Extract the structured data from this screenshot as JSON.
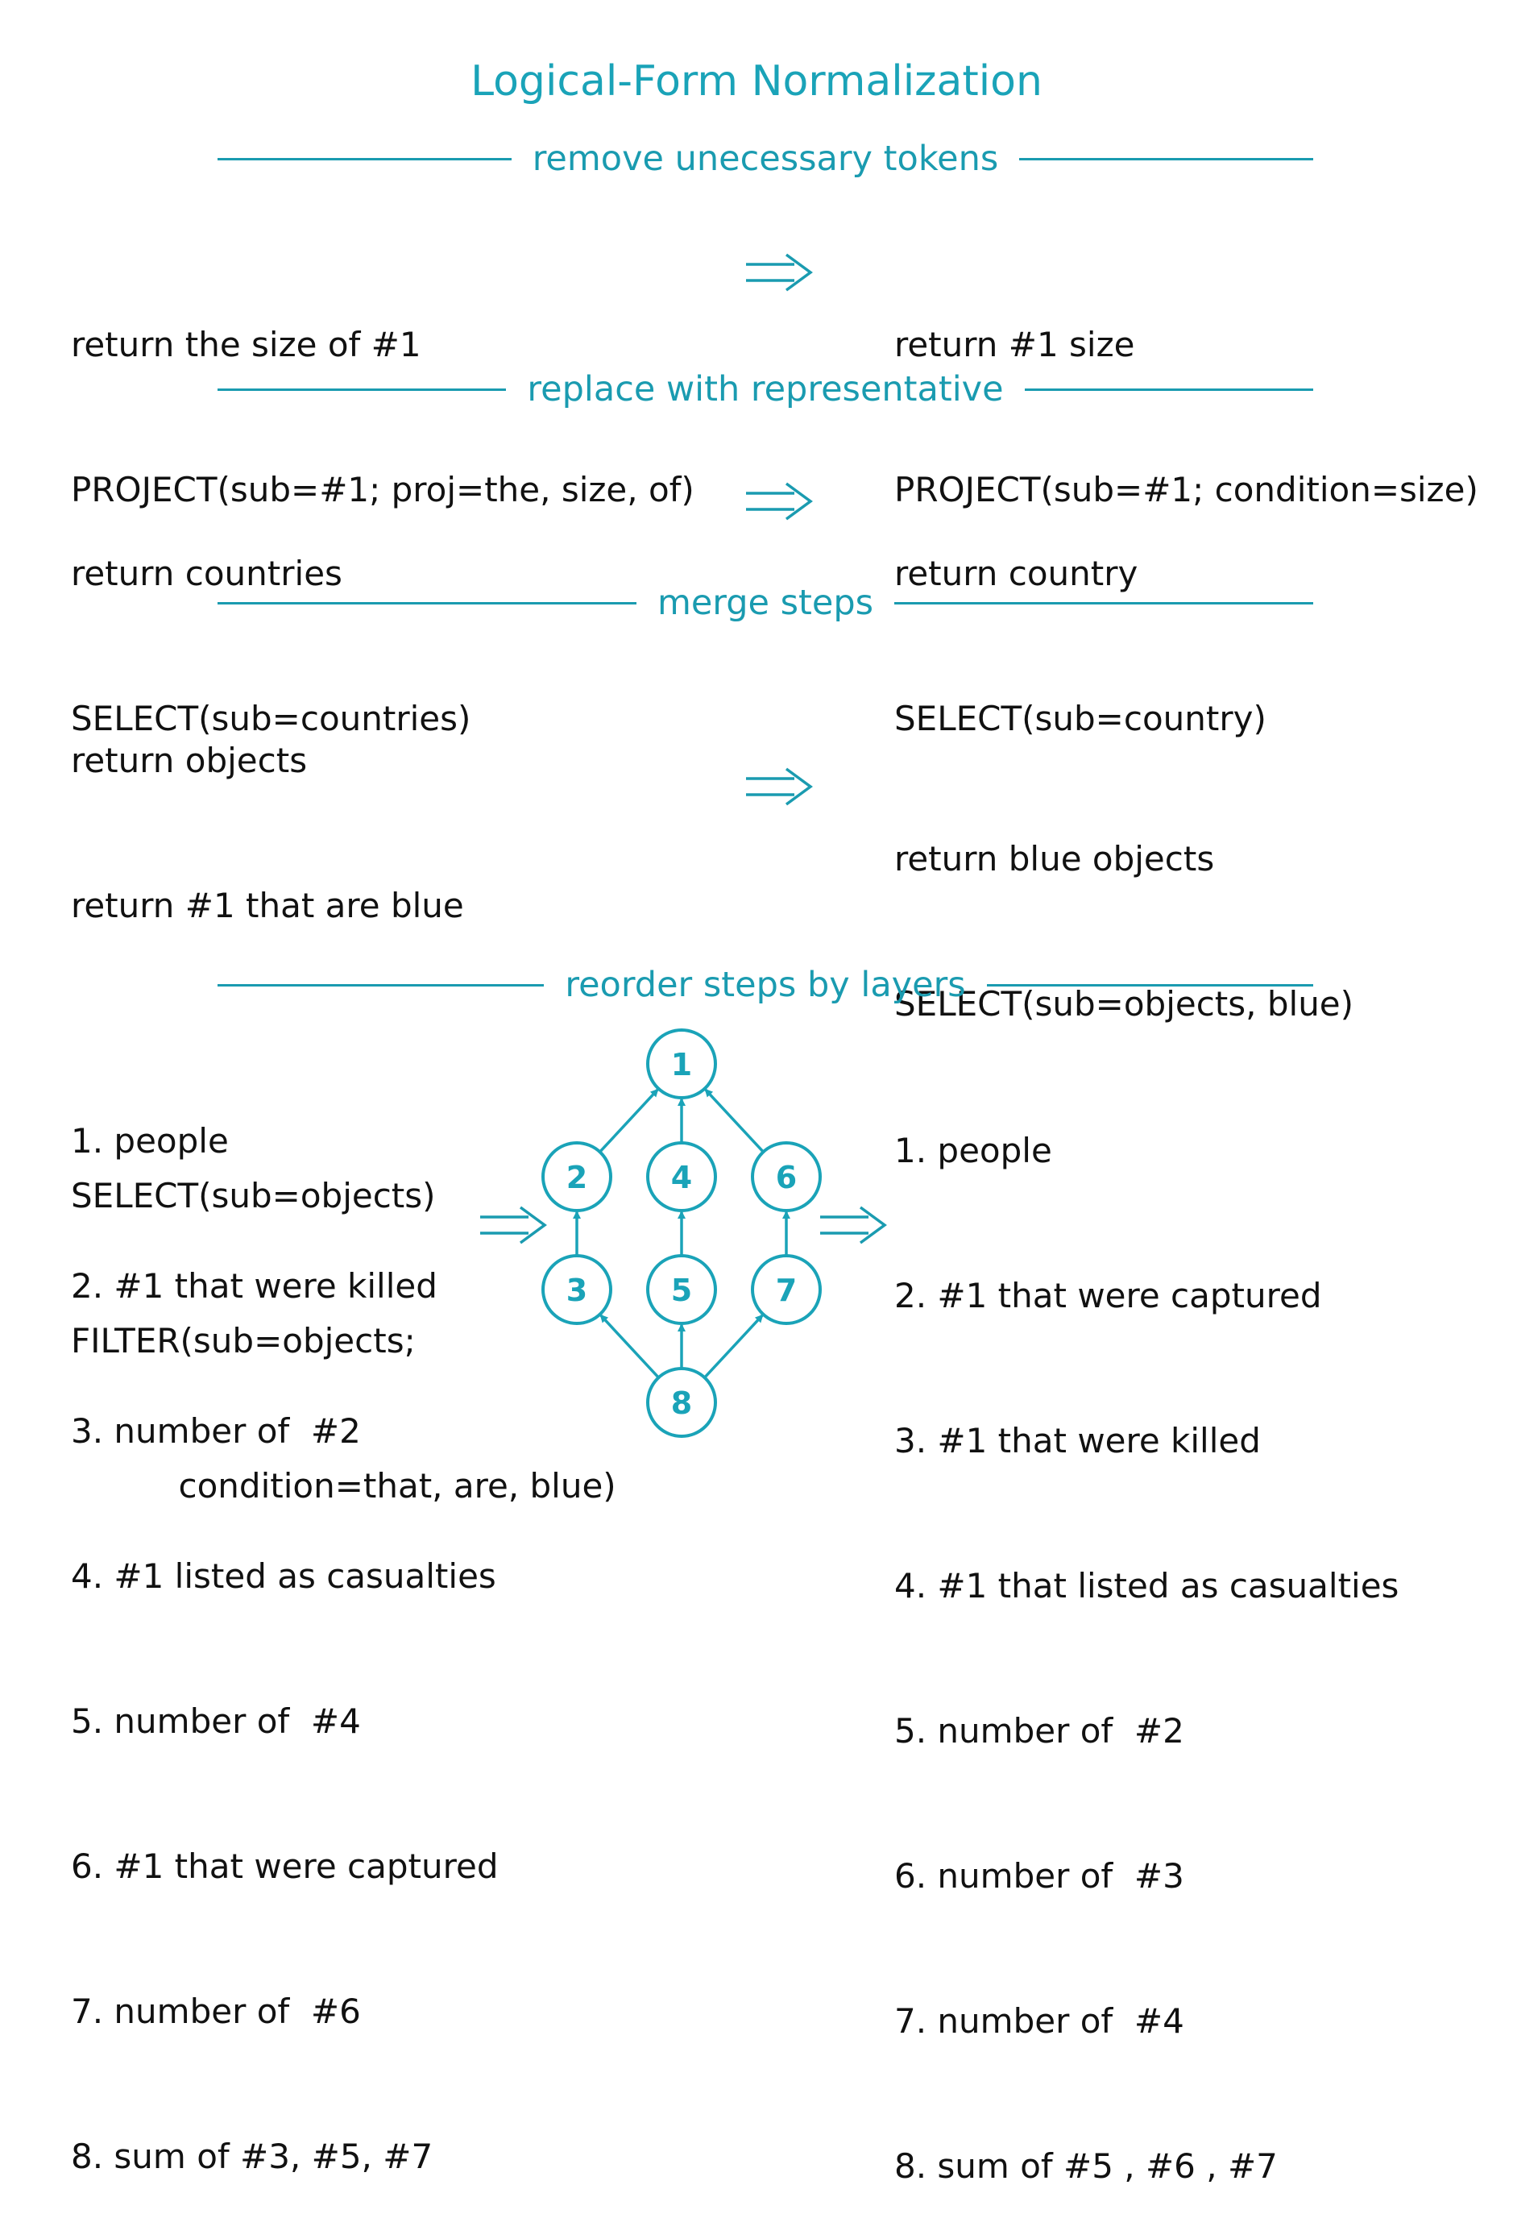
{
  "title": "Logical-Form Normalization",
  "colors": {
    "accent": "#1aa3b8",
    "text": "#111111",
    "background": "#ffffff"
  },
  "sections": [
    {
      "header": "remove unecessary tokens",
      "before": [
        "return the size of #1",
        "PROJECT(sub=#1; proj=the, size, of)"
      ],
      "after": [
        "return #1 size",
        "PROJECT(sub=#1; condition=size)"
      ]
    },
    {
      "header": "replace with representative",
      "before": [
        "return countries",
        "SELECT(sub=countries)"
      ],
      "after": [
        "return country",
        "SELECT(sub=country)"
      ]
    },
    {
      "header": "merge steps",
      "before": [
        "return objects",
        "return #1 that are blue",
        "",
        "SELECT(sub=objects)",
        "FILTER(sub=objects;",
        "          condition=that, are, blue)"
      ],
      "after": [
        "return blue objects",
        "SELECT(sub=objects, blue)"
      ]
    },
    {
      "header": "reorder steps by layers",
      "before": [
        "1. people",
        "2. #1 that were killed",
        "3. number of  #2",
        "4. #1 listed as casualties",
        "5. number of  #4",
        "6. #1 that were captured",
        "7. number of  #6",
        "8. sum of #3, #5, #7"
      ],
      "after": [
        "1. people",
        "2. #1 that were captured",
        "3. #1 that were killed",
        "4. #1 that listed as casualties",
        "5. number of  #2",
        "6. number of  #3",
        "7. number of  #4",
        "8. sum of #5 , #6 , #7"
      ]
    }
  ],
  "graph": {
    "nodes": [
      "1",
      "2",
      "3",
      "4",
      "5",
      "6",
      "7",
      "8"
    ],
    "edges": [
      [
        "2",
        "1"
      ],
      [
        "4",
        "1"
      ],
      [
        "6",
        "1"
      ],
      [
        "3",
        "2"
      ],
      [
        "5",
        "4"
      ],
      [
        "7",
        "6"
      ],
      [
        "8",
        "3"
      ],
      [
        "8",
        "5"
      ],
      [
        "8",
        "7"
      ]
    ]
  }
}
